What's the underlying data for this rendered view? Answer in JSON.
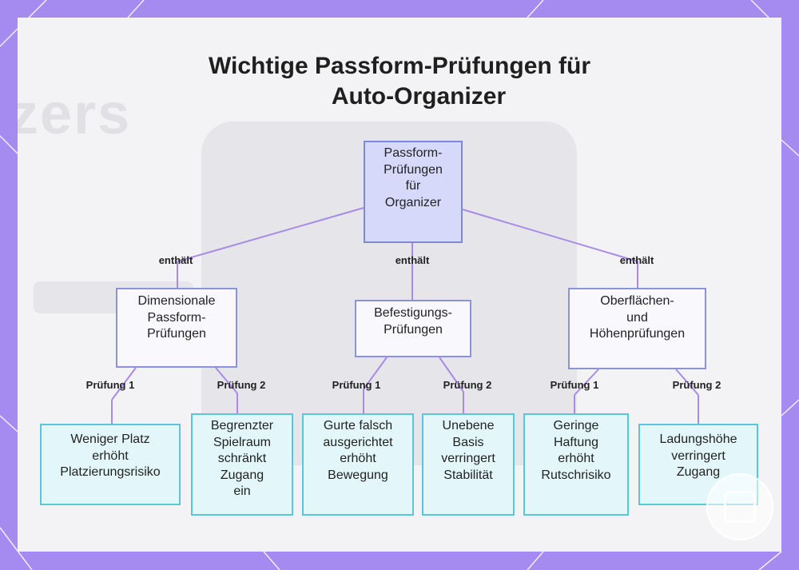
{
  "title_lines": [
    "Wichtige Passform-Prüfungen für",
    "Auto-Organizer"
  ],
  "background_text": "zers",
  "colors": {
    "frame": "#a58af0",
    "root_fill": "#d7d9fb",
    "category_border": "#8c93dc",
    "leaf_fill": "#e3f7fb",
    "leaf_border": "#57c7d9",
    "connector": "#a88be6"
  },
  "root": {
    "text": "Passform-\nPrüfungen\nfür\nOrganizer"
  },
  "edge_labels": {
    "contains": "enthält",
    "check1": "Prüfung 1",
    "check2": "Prüfung 2"
  },
  "categories": [
    {
      "text": "Dimensionale\nPassform-\nPrüfungen"
    },
    {
      "text": "Befestigungs-\nPrüfungen"
    },
    {
      "text": "Oberflächen-\nund\nHöhenprüfungen"
    }
  ],
  "leaves": [
    {
      "text": "Weniger Platz\nerhöht\nPlatzierungsrisiko"
    },
    {
      "text": "Begrenzter\nSpielraum\nschränkt\nZugang\nein"
    },
    {
      "text": "Gurte falsch\nausgerichtet\nerhöht\nBewegung"
    },
    {
      "text": "Unebene\nBasis\nverringert\nStabilität"
    },
    {
      "text": "Geringe\nHaftung\nerhöht\nRutschrisiko"
    },
    {
      "text": "Ladungshöhe\nverringert\nZugang"
    }
  ],
  "watermark_icon": "grid-badge-icon"
}
